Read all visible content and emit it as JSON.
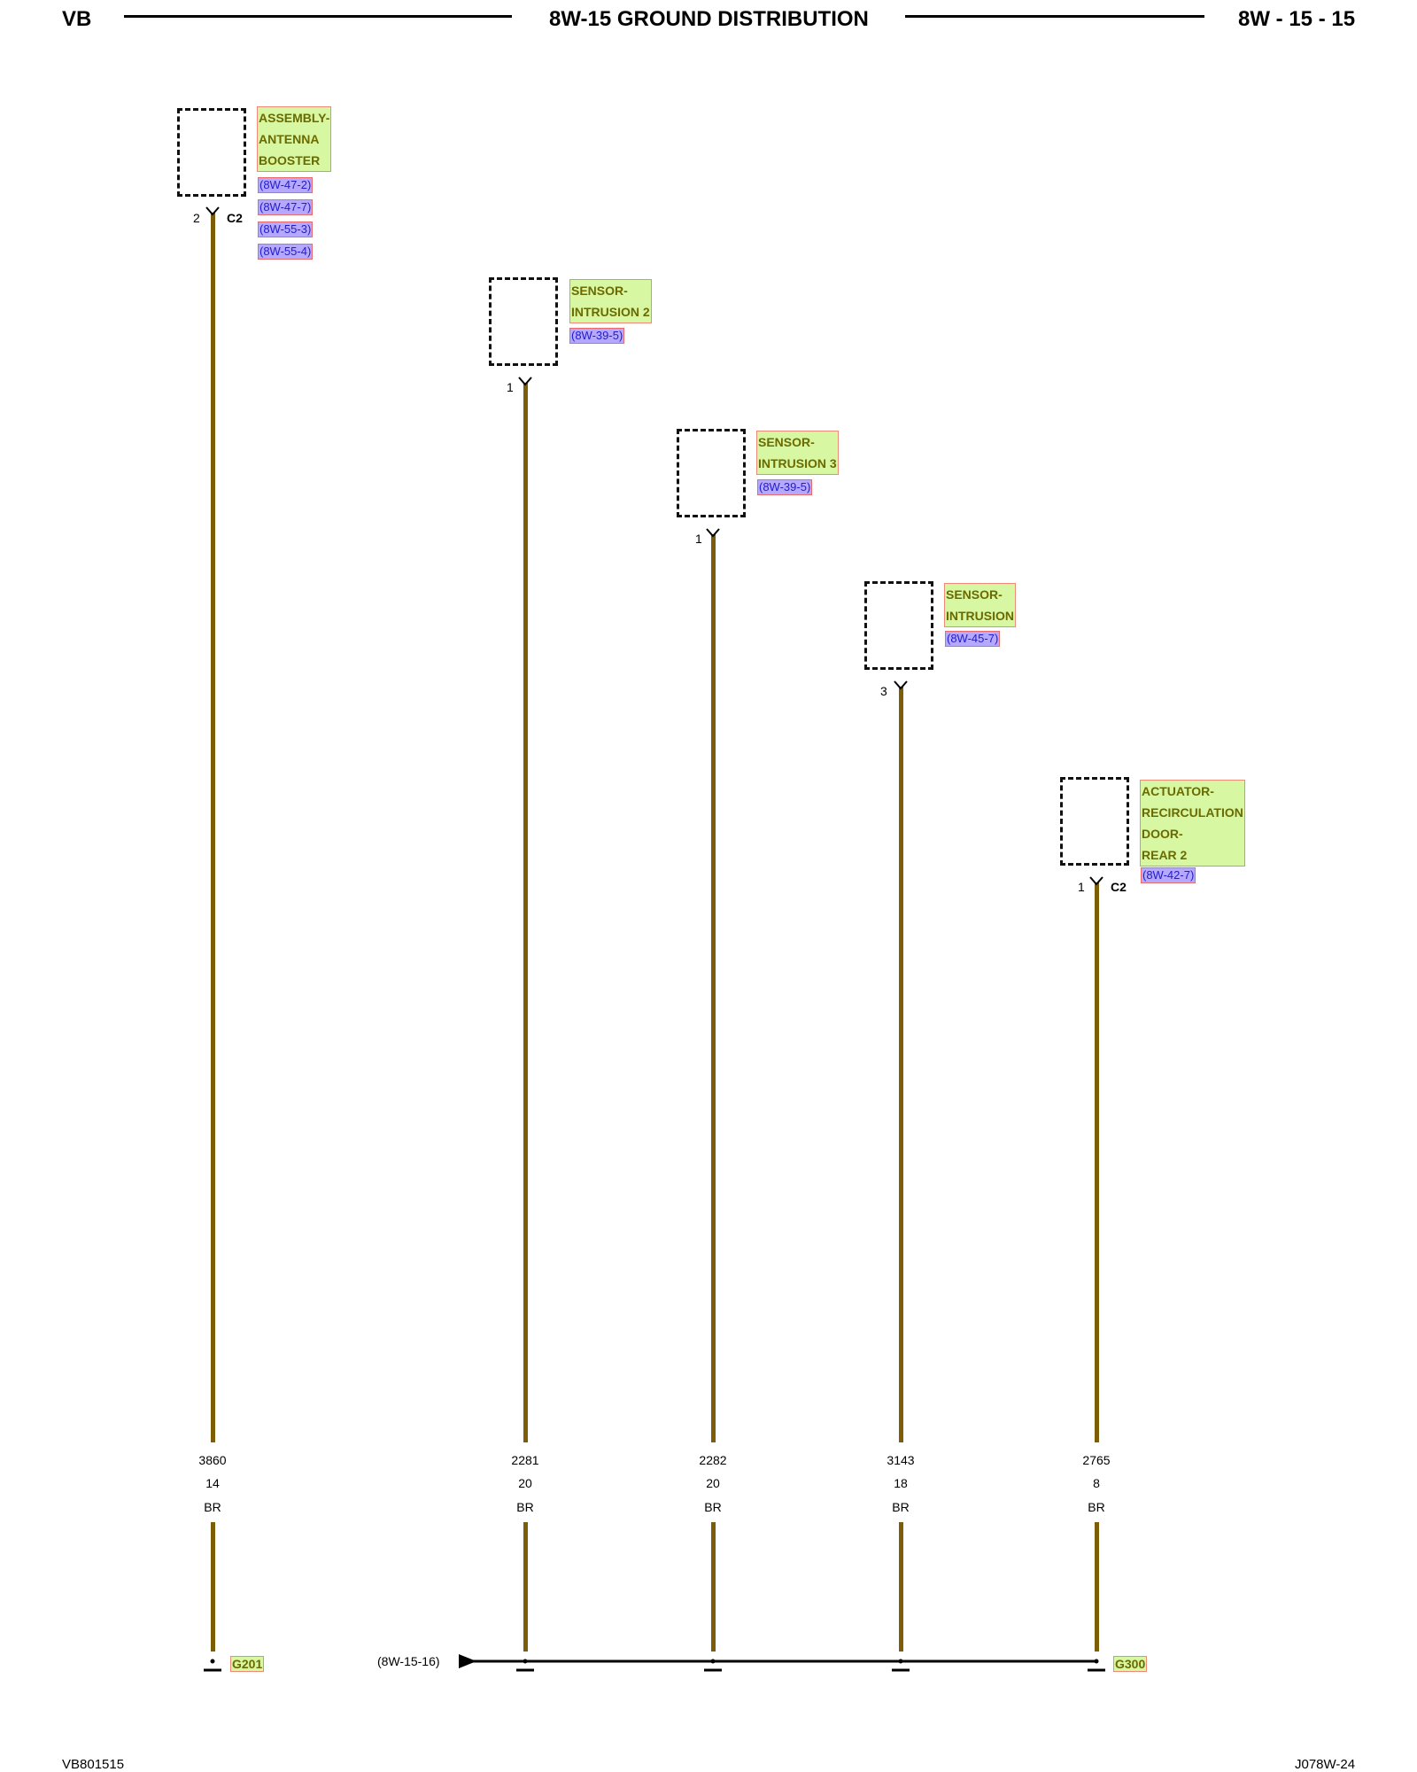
{
  "header": {
    "left": "VB",
    "title": "8W-15 GROUND DISTRIBUTION",
    "page": "8W - 15 - 15"
  },
  "footer": {
    "left": "VB801515",
    "right": "J078W-24"
  },
  "components": [
    {
      "name_lines": [
        "ASSEMBLY-",
        "ANTENNA",
        "BOOSTER"
      ],
      "refs": [
        "(8W-47-2)",
        "(8W-47-7)",
        "(8W-55-3)",
        "(8W-55-4)"
      ],
      "pin": "2",
      "connector": "C2"
    },
    {
      "name_lines": [
        "SENSOR-",
        "INTRUSION 2"
      ],
      "refs": [
        "(8W-39-5)"
      ],
      "pin": "1",
      "connector": ""
    },
    {
      "name_lines": [
        "SENSOR-",
        "INTRUSION 3"
      ],
      "refs": [
        "(8W-39-5)"
      ],
      "pin": "1",
      "connector": ""
    },
    {
      "name_lines": [
        "SENSOR-",
        "INTRUSION"
      ],
      "refs": [
        "(8W-45-7)"
      ],
      "pin": "3",
      "connector": ""
    },
    {
      "name_lines": [
        "ACTUATOR-",
        "RECIRCULATION",
        "DOOR-",
        "REAR 2"
      ],
      "refs": [
        "(8W-42-7)"
      ],
      "pin": "1",
      "connector": "C2"
    }
  ],
  "wires": [
    {
      "number": "3860",
      "gauge": "14",
      "color": "BR"
    },
    {
      "number": "2281",
      "gauge": "20",
      "color": "BR"
    },
    {
      "number": "2282",
      "gauge": "20",
      "color": "BR"
    },
    {
      "number": "3143",
      "gauge": "18",
      "color": "BR"
    },
    {
      "number": "2765",
      "gauge": "8",
      "color": "BR"
    }
  ],
  "grounds": {
    "left": "G201",
    "right": "G300"
  },
  "bus_xref": "(8W-15-16)",
  "colors": {
    "wire": "#7d5d08",
    "label_fill": "#d8f7a2",
    "label_border": "#f08a78",
    "ref_fill": "#b7a8ff",
    "ref_text": "#1e1ec8"
  }
}
